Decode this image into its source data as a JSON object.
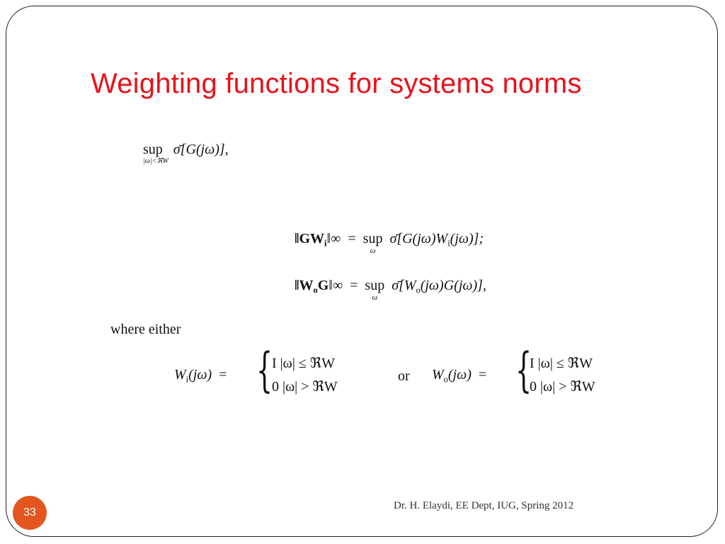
{
  "slide": {
    "title": "Weighting functions for systems norms",
    "page_number": "33",
    "footer": "Dr. H. Elaydi, EE Dept, IUG,  Spring 2012",
    "where_text": "where either"
  },
  "equations": {
    "eq1": {
      "sup": "sup",
      "sup_under": "|ω|<ℜW",
      "body": "σ̄[G(jω)],"
    },
    "eq2": {
      "lhs": "‖GW",
      "lhs_sub": "i",
      "lhs_norm": "‖∞",
      "equals": "=",
      "sup": "sup",
      "sup_under": "ω",
      "rhs": "σ̄[G(jω)W",
      "rhs_sub": "i",
      "rhs_end": "(jω)];"
    },
    "eq3": {
      "lhs": "‖W",
      "lhs_sub": "o",
      "lhs_mid": "G",
      "lhs_norm": "‖∞",
      "equals": "=",
      "sup": "sup",
      "sup_under": "ω",
      "rhs": "σ̄[W",
      "rhs_sub": "o",
      "rhs_end": "(jω)G(jω)],"
    },
    "wi": {
      "lhs": "W",
      "lhs_sub": "i",
      "lhs_arg": "(jω)",
      "equals": "=",
      "row1": "I    |ω| ≤ ℜW",
      "row2": "0    |ω| > ℜW"
    },
    "connector": "or",
    "wo": {
      "lhs": "W",
      "lhs_sub": "o",
      "lhs_arg": "(jω)",
      "equals": "=",
      "row1": "I    |ω| ≤ ℜW",
      "row2": "0    |ω| > ℜW"
    }
  },
  "colors": {
    "title": "#e8121b",
    "badge": "#e3561d",
    "frame": "#222222"
  }
}
